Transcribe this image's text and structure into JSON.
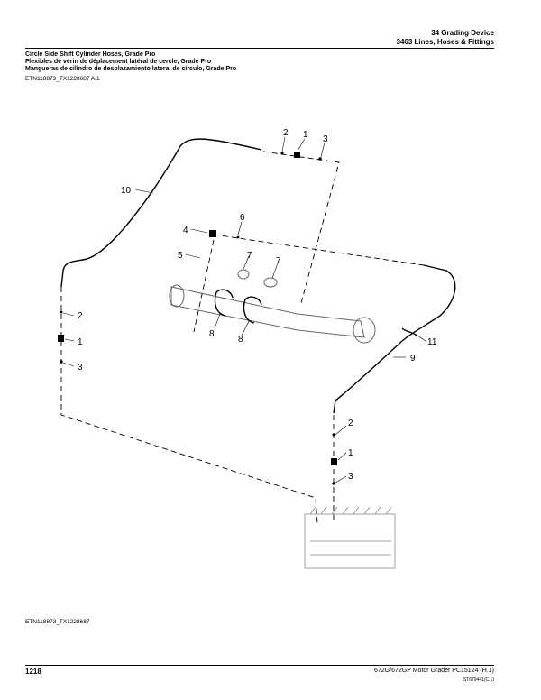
{
  "header": {
    "section": "34 Grading Device",
    "subsection": "3463 Lines, Hoses & Fittings"
  },
  "titles": {
    "en": "Circle Side Shift Cylinder Hoses, Grade Pro",
    "fr": "Flexibles de vérin de déplacement latéral de cercle, Grade Pro",
    "es": "Mangueras de cilindro de desplazamiento lateral de círculo, Grade Pro"
  },
  "reference_top": "ETN118873_TX1228687 A.1",
  "reference_bottom": "ETN118873_TX1228687",
  "callouts": {
    "c1_top": "1",
    "c2_top": "2",
    "c3_top": "3",
    "c4": "4",
    "c5": "5",
    "c6": "6",
    "c7_left": "7",
    "c7_right": "7",
    "c8_left": "8",
    "c8_right": "8",
    "c9": "9",
    "c10": "10",
    "c11": "11",
    "c2_left": "2",
    "c1_left": "1",
    "c3_left": "3",
    "c2_right": "2",
    "c1_right": "1",
    "c3_right": "3"
  },
  "footer": {
    "page_number": "1218",
    "doc_info": "672G/672GP Motor Grader   PC15124   (H.1)",
    "code": "ST679441(C.1)"
  }
}
